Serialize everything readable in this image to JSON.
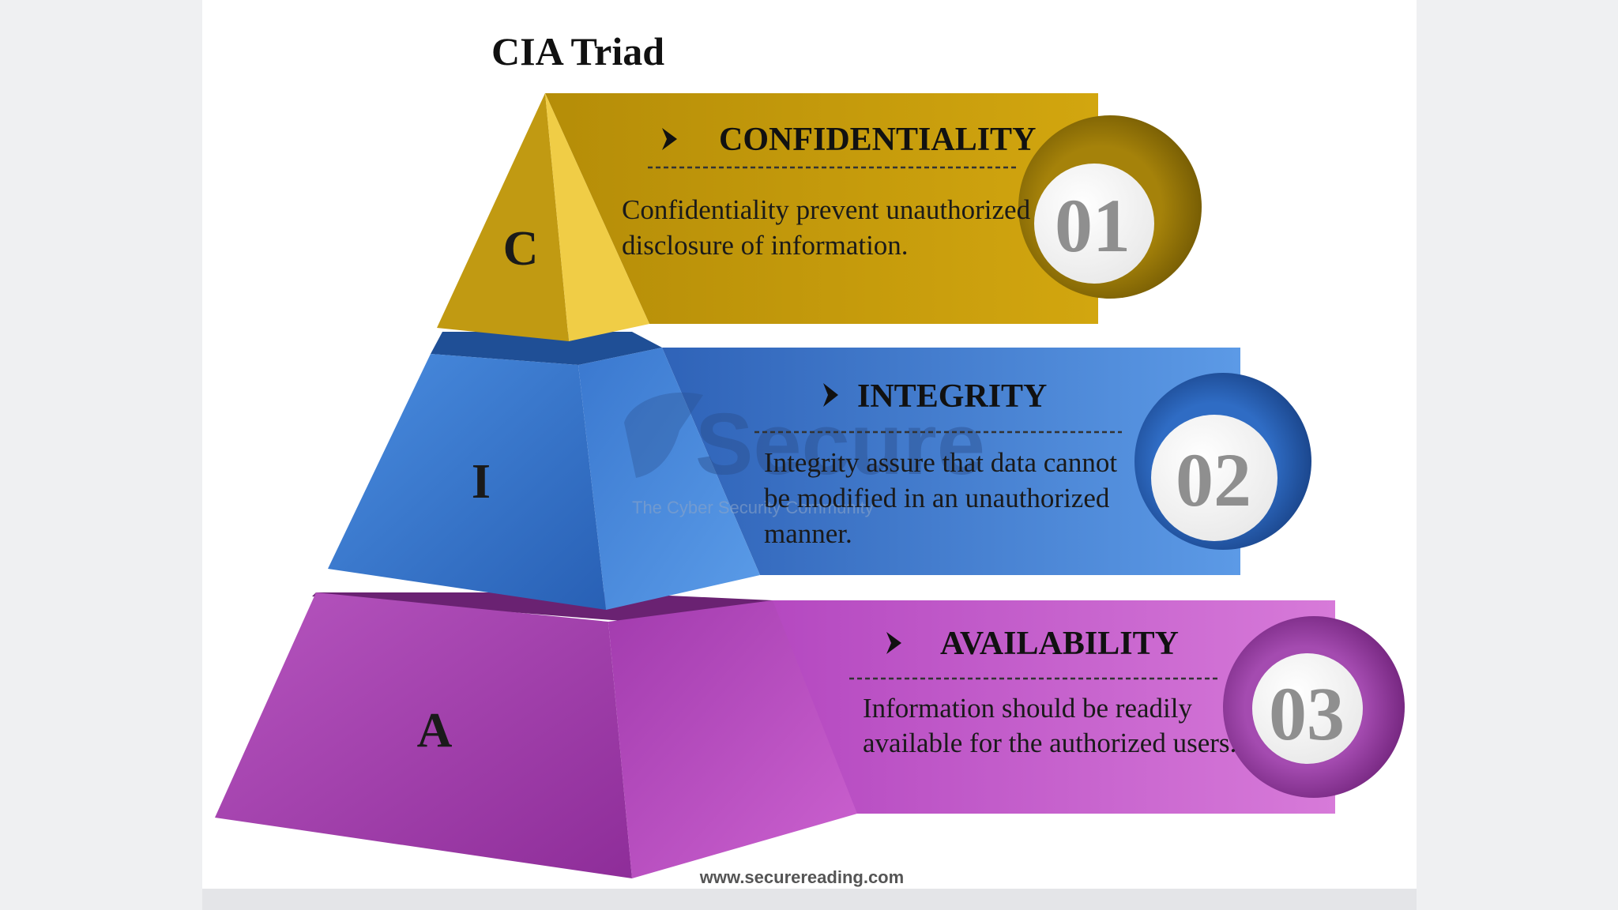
{
  "title": "CIA Triad",
  "levels": [
    {
      "letter": "C",
      "heading": "CONFIDENTIALITY",
      "description_lines": [
        "Confidentiality prevent unauthorized",
        "disclosure of information."
      ],
      "number": "01",
      "color": "#c49a0c"
    },
    {
      "letter": "I",
      "heading": "INTEGRITY",
      "description_lines": [
        "Integrity assure that data cannot",
        "be modified in an unauthorized",
        "manner."
      ],
      "number": "02",
      "color": "#3f7fd6"
    },
    {
      "letter": "A",
      "heading": "AVAILABILITY",
      "description_lines": [
        "Information should be readily",
        "available for the authorized users."
      ],
      "number": "03",
      "color": "#b048b8"
    }
  ],
  "watermark": {
    "text": "Secure",
    "tagline": "The Cyber Security Community"
  },
  "footer_url": "www.securereading.com",
  "icons": {
    "bullet": "arrowhead-bullet-icon",
    "watermark_logo": "spy-hat-logo-icon"
  }
}
